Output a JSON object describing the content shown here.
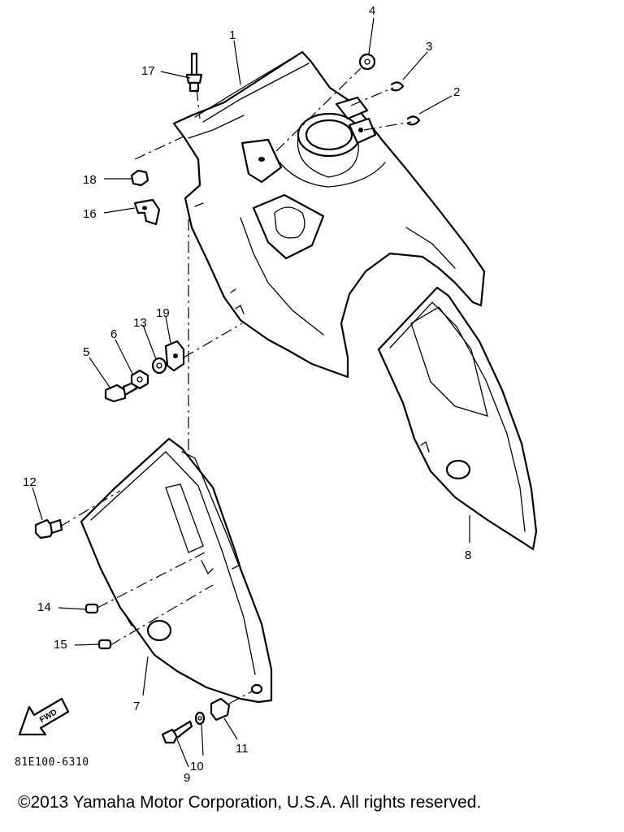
{
  "diagram": {
    "callouts": [
      "1",
      "2",
      "3",
      "4",
      "5",
      "6",
      "7",
      "8",
      "9",
      "10",
      "11",
      "12",
      "13",
      "14",
      "15",
      "16",
      "17",
      "18",
      "19"
    ],
    "drawing_code": "81E100-6310",
    "direction_label": "FWD"
  },
  "footer": {
    "copyright": "©2013 Yamaha Motor Corporation, U.S.A. All rights reserved."
  }
}
